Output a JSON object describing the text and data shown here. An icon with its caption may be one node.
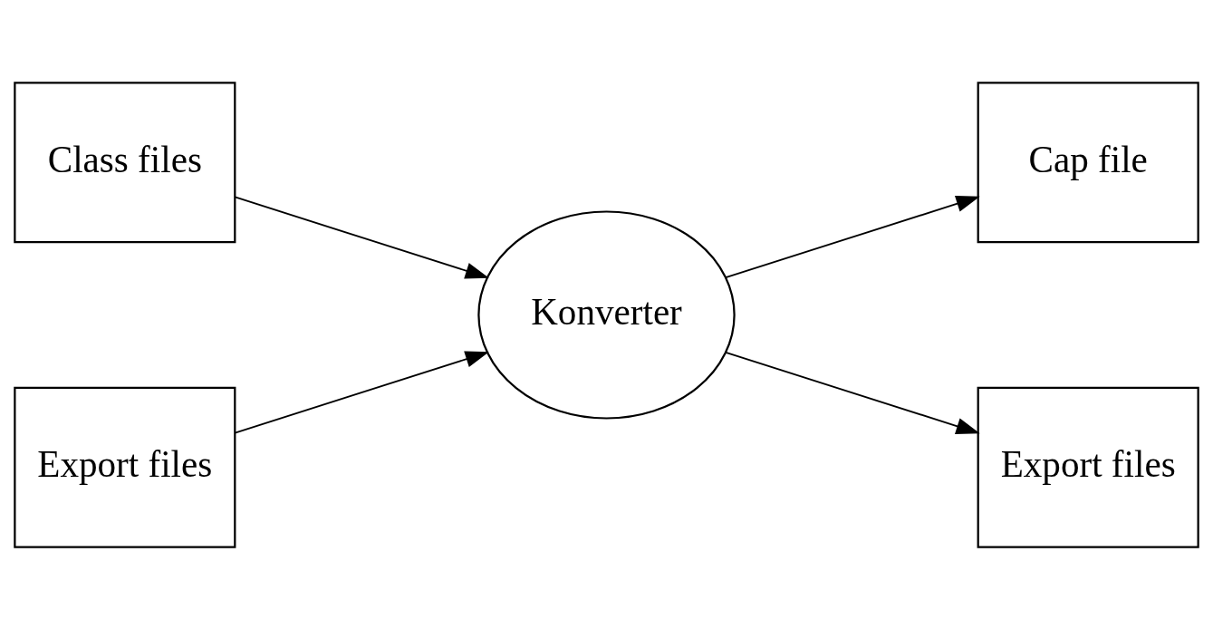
{
  "diagram": {
    "nodes": [
      {
        "text": [
          "Class files"
        ]
      },
      {
        "text": [
          "Cap file"
        ]
      },
      {
        "text": [
          "Konverter"
        ]
      },
      {
        "text": [
          "Export files"
        ]
      },
      {
        "text": [
          "Export files"
        ]
      }
    ],
    "edges": [
      {
        "from": 0,
        "to": 2,
        "arrow": "to"
      },
      {
        "from": 3,
        "to": 2,
        "arrow": "to"
      },
      {
        "from": 2,
        "to": 1,
        "arrow": "to"
      },
      {
        "from": 2,
        "to": 4,
        "arrow": "to"
      }
    ]
  }
}
